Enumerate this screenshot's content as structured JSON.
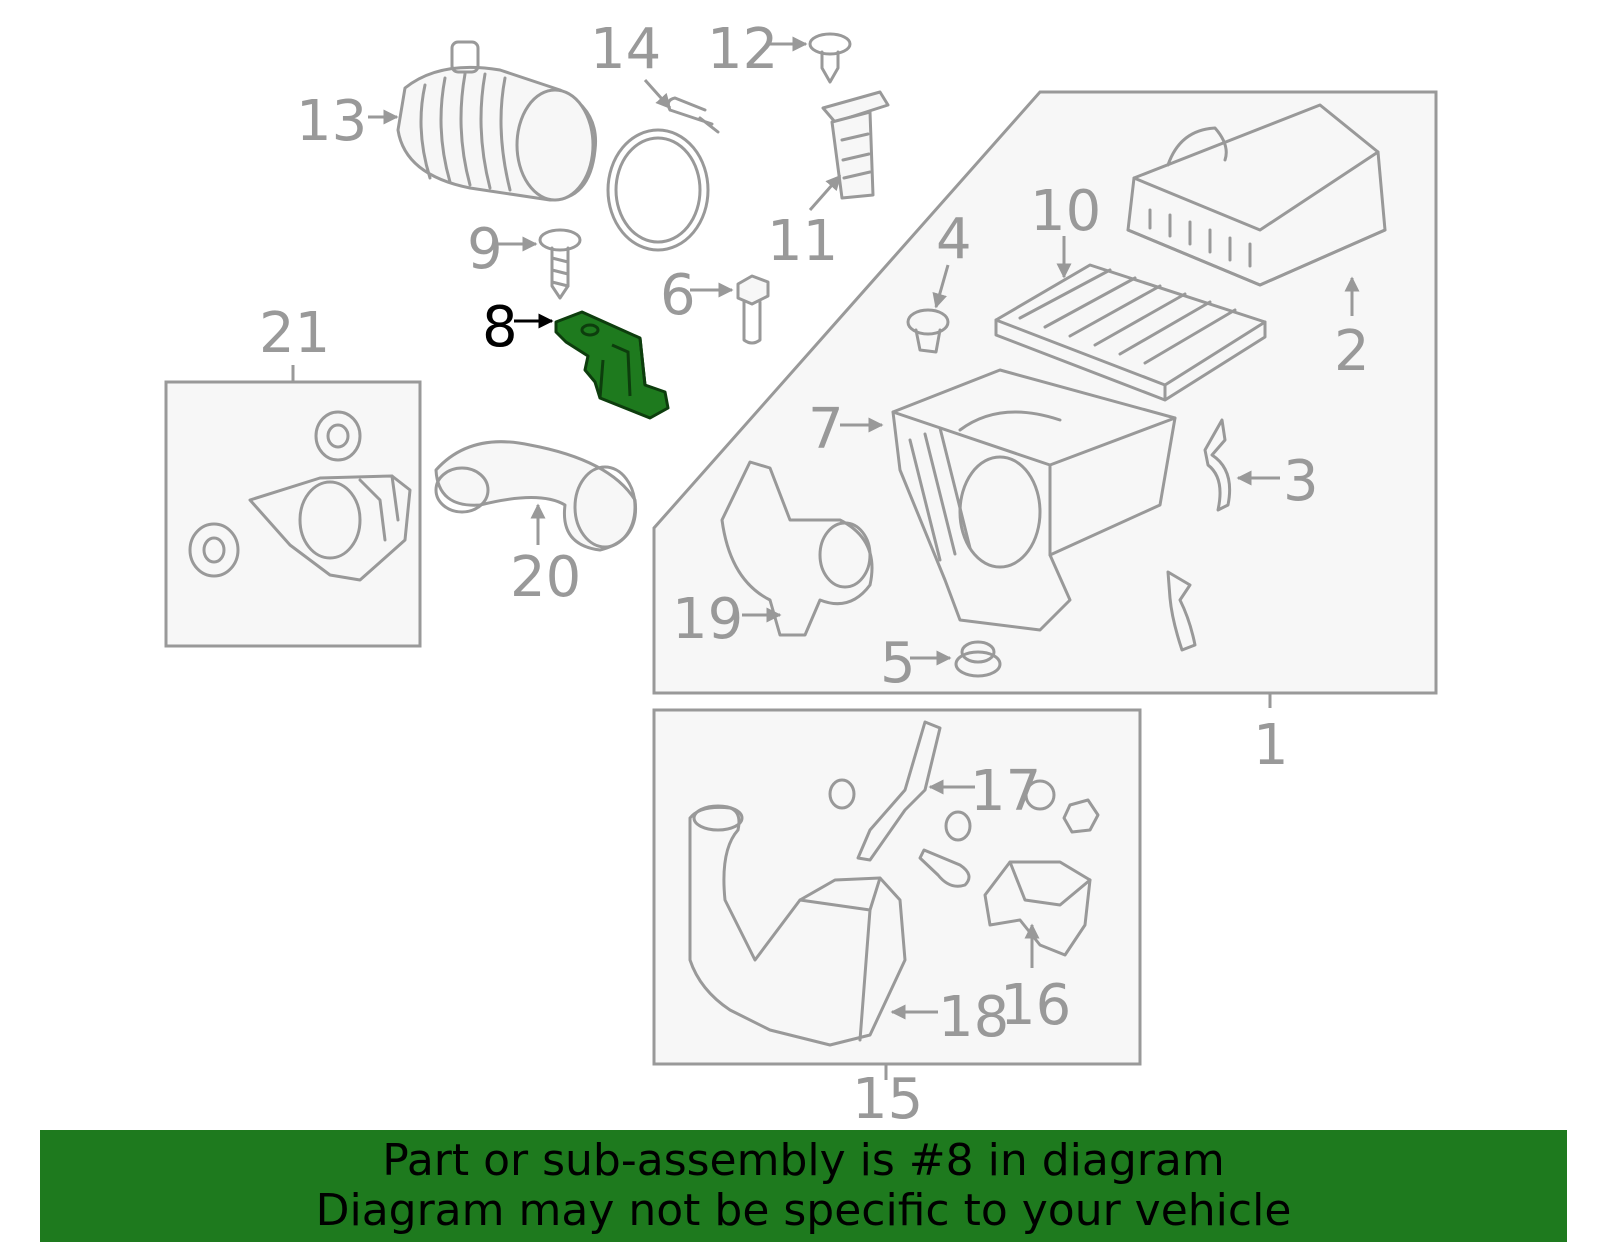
{
  "colors": {
    "line": "#999999",
    "highlight": "#1e7a1e",
    "banner": "#1e7a1e",
    "text_highlight": "#000000"
  },
  "highlighted_part": "8",
  "callouts": {
    "c1": "1",
    "c2": "2",
    "c3": "3",
    "c4": "4",
    "c5": "5",
    "c6": "6",
    "c7": "7",
    "c8": "8",
    "c9": "9",
    "c10": "10",
    "c11": "11",
    "c12": "12",
    "c13": "13",
    "c14": "14",
    "c15": "15",
    "c16": "16",
    "c17": "17",
    "c18": "18",
    "c19": "19",
    "c20": "20",
    "c21": "21"
  },
  "banner": {
    "line1": "Part or sub-assembly is #8 in diagram",
    "line2": "Diagram may not be specific to your vehicle"
  }
}
